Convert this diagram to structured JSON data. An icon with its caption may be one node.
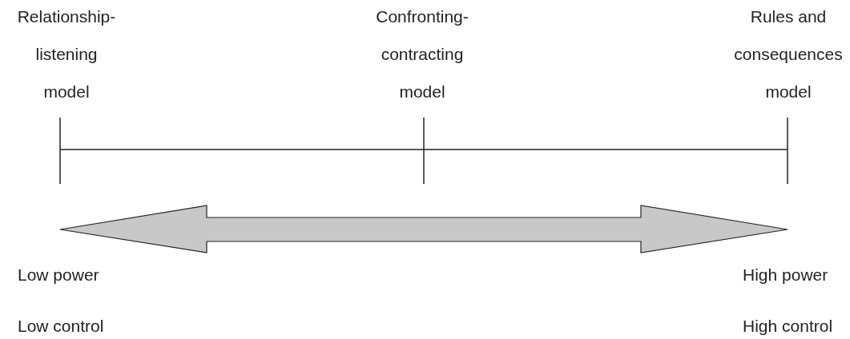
{
  "diagram": {
    "labels": [
      "Relationship- listening model",
      "Confronting- contracting model",
      "Rules and consequences model",
      "Low power",
      "High power",
      "Low control",
      "High control"
    ]
  }
}
